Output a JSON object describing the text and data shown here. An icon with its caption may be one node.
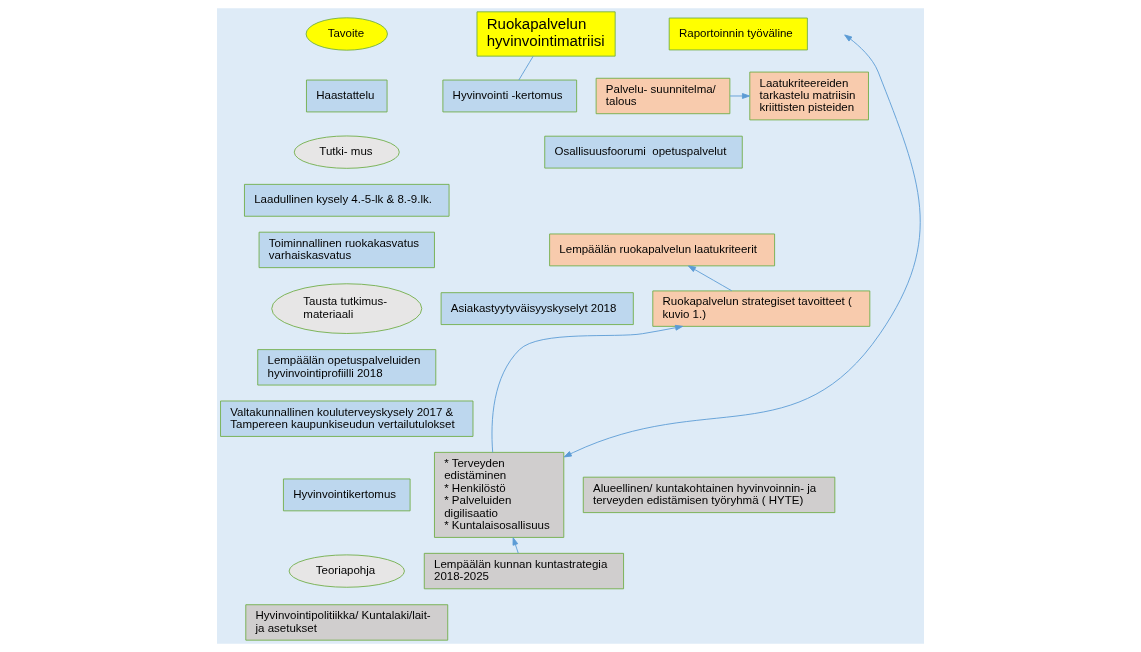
{
  "diagram": {
    "nodes": [
      {
        "text": [
          "Tavoite"
        ]
      },
      {
        "text": [
          "Ruokapalvelun hyvinvointimatriisi"
        ]
      },
      {
        "text": [
          "Raportoinnin työväline"
        ]
      },
      {
        "text": [
          "Haastattelu"
        ]
      },
      {
        "text": [
          "Osallisuusfoorumi  opetuspalvelut"
        ]
      },
      {
        "text": [
          "Tutki- mus"
        ]
      },
      {
        "text": [
          "Laadullinen kysely 4.-5-lk & 8.-9.lk."
        ]
      },
      {
        "text": [
          "Toiminnallinen ruokakasvatus varhaiskasvatus"
        ]
      },
      {
        "text": [
          "Hyvinvointi -kertomus"
        ]
      },
      {
        "text": [
          "Palvelu- suunnitelma/ talous"
        ]
      },
      {
        "text": [
          "Laatukriteereiden tarkastelu matriisin kriittisten pisteiden"
        ]
      },
      {
        "text": [
          "Tausta tutkimus- materiaali"
        ]
      },
      {
        "text": [
          "Asiakastyytyväisyyskyselyt 2018"
        ]
      },
      {
        "text": [
          "Lempäälän opetuspalveluiden hyvinvointiprofiilli 2018"
        ]
      },
      {
        "text": [
          "Valtakunnallinen kouluterveyskysely 2017 & Tampereen kaupunkiseudun vertailutulokset"
        ]
      },
      {
        "text": [
          "Lempäälän ruokapalvelun laatukriteerit"
        ]
      },
      {
        "text": [
          "Ruokapalvelun strategiset tavoitteet ( kuvio 1.)"
        ]
      },
      {
        "text": [
          "Hyvinvointikertomus"
        ]
      },
      {
        "text": [
          "Alueellinen/ kuntakohtainen hyvinvoinnin- ja terveyden edistämisen työryhmä ( HYTE)"
        ]
      },
      {
        "text": [
          "Teoriapohja"
        ]
      },
      {
        "text": [
          "Lempäälän kunnan kuntastrategia 2018-2025"
        ]
      },
      {
        "text": [
          "Hyvinvointipolitiikka/ Kuntalaki/lait- ja asetukset"
        ]
      },
      {
        "text": [
          "* Terveyden edistäminen",
          "* Henkilöstö",
          "* Palveluiden digilisaatio",
          "* Kuntalaisosallisuus"
        ]
      }
    ],
    "edges": [
      {
        "from": 1,
        "to": 8,
        "arrow": "none"
      },
      {
        "from": 9,
        "to": 10,
        "arrow": "to"
      },
      {
        "from": 16,
        "to": 15,
        "arrow": "to"
      },
      {
        "from": 22,
        "to": 16,
        "arrow": "to"
      },
      {
        "from": 22,
        "to": null,
        "arrow": "both"
      },
      {
        "from": 20,
        "to": 22,
        "arrow": "to"
      }
    ]
  }
}
